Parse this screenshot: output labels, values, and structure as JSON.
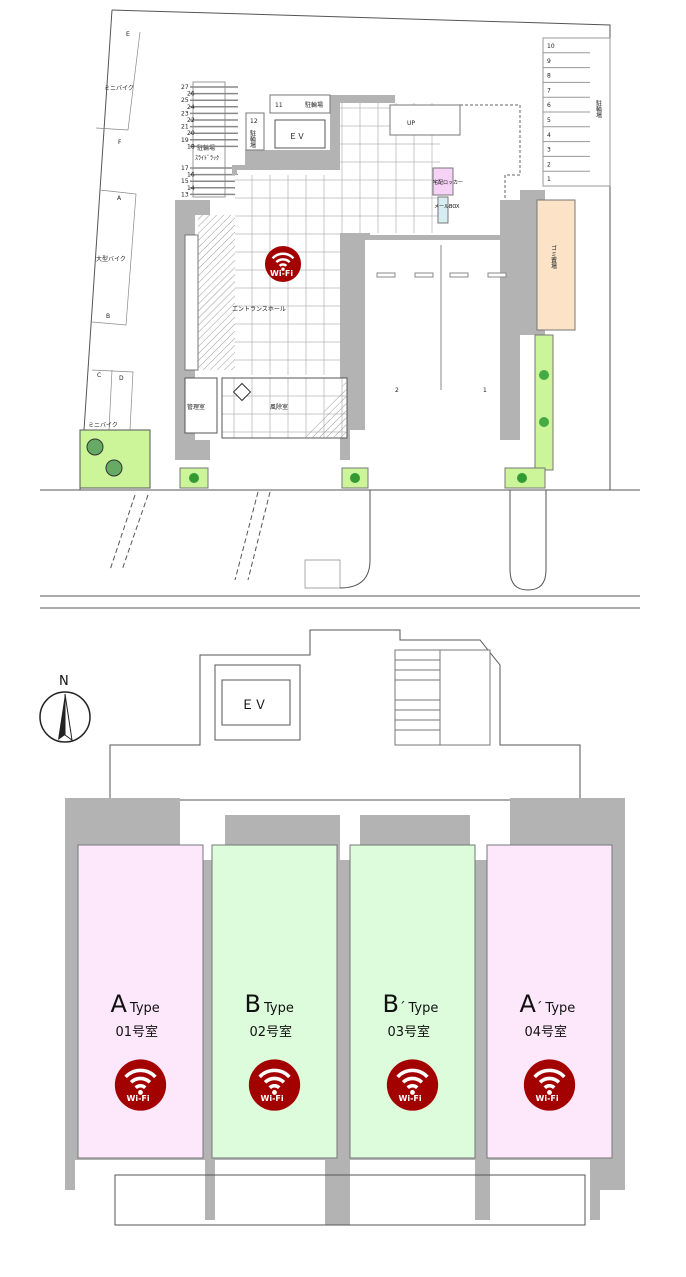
{
  "colors": {
    "wall": "#b3b3b3",
    "wifi": "#a30000",
    "unit_a": "#fde8fb",
    "unit_b": "#dcfcdc",
    "garbage": "#fce3c8",
    "planter": "#ccf59a",
    "locker": "#f7d2f7",
    "mailbox": "#d6eef2"
  },
  "ground_floor": {
    "mini_bike_1": "ミニバイク",
    "slot_e": "E",
    "slot_f": "F",
    "slot_a": "A",
    "large_bike": "大型バイク",
    "slot_b": "B",
    "slot_c": "C",
    "slot_d": "D",
    "mini_bike_2": "ミニバイク",
    "rack_numbers_upper": [
      "27",
      "26",
      "25",
      "24",
      "23",
      "22",
      "21",
      "20",
      "19",
      "18"
    ],
    "rack_numbers_lower": [
      "17",
      "16",
      "15",
      "14",
      "13"
    ],
    "bike_parking_slide": "駐輪場",
    "slide_rack": "ｽﾗｲﾄﾞﾗｯｸ",
    "slot_11": "11",
    "slot_12": "12",
    "bike_parking_11": "駐輪場",
    "bike_parking_12": "駐輪場",
    "ev": "ＥＶ",
    "up": "UP",
    "delivery_locker": "宅配ロッカー",
    "mailbox": "メールBOX",
    "entrance_hall": "エントランスホール",
    "wifi": "Wi-Fi",
    "manager_room": "管理室",
    "windbreak_room": "風除室",
    "car_2": "2",
    "car_1": "1",
    "garbage": "ゴミ置場",
    "right_slots": [
      "10",
      "9",
      "8",
      "7",
      "6",
      "5",
      "4",
      "3",
      "2",
      "1"
    ],
    "right_bike_parking": "駐輪場"
  },
  "upper_floor": {
    "north": "N",
    "ev": "ＥＶ",
    "units": [
      {
        "type_letter": "A",
        "type_mark": "",
        "type": "Type",
        "room": "01号室",
        "wifi": "Wi-Fi"
      },
      {
        "type_letter": "B",
        "type_mark": "",
        "type": "Type",
        "room": "02号室",
        "wifi": "Wi-Fi"
      },
      {
        "type_letter": "B",
        "type_mark": "´",
        "type": "Type",
        "room": "03号室",
        "wifi": "Wi-Fi"
      },
      {
        "type_letter": "A",
        "type_mark": "´",
        "type": "Type",
        "room": "04号室",
        "wifi": "Wi-Fi"
      }
    ]
  }
}
